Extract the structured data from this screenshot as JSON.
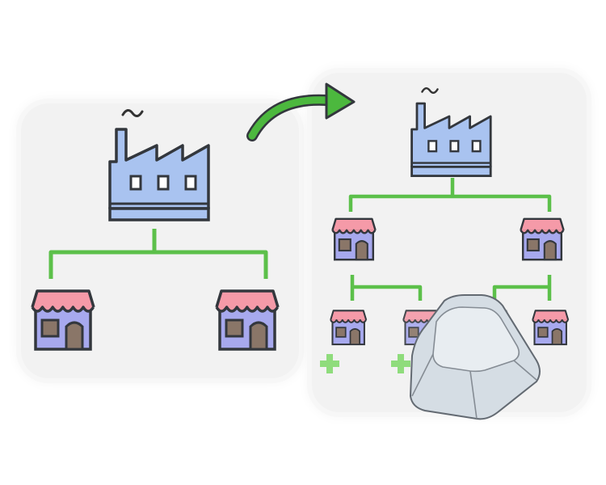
{
  "diagram": {
    "description_text": "",
    "colors": {
      "connector": "#5cc04a",
      "arrow": "#4cb83e",
      "factory": "#a9c3f0",
      "shop_wall": "#a7a9ee",
      "awning": "#f59aa8",
      "door": "#8a7668",
      "plus": "#8fdc7c",
      "keycap": "#d5dde4"
    },
    "panels": [
      {
        "id": "before",
        "nodes": [
          "factory",
          "shop",
          "shop"
        ]
      },
      {
        "id": "after",
        "nodes": [
          "factory",
          "shop",
          "shop",
          "shop",
          "shop",
          "shop",
          "shop"
        ]
      }
    ],
    "icons": [
      "factory-icon",
      "shop-icon",
      "curved-arrow-icon",
      "plus-icon",
      "keycap-icon"
    ]
  }
}
